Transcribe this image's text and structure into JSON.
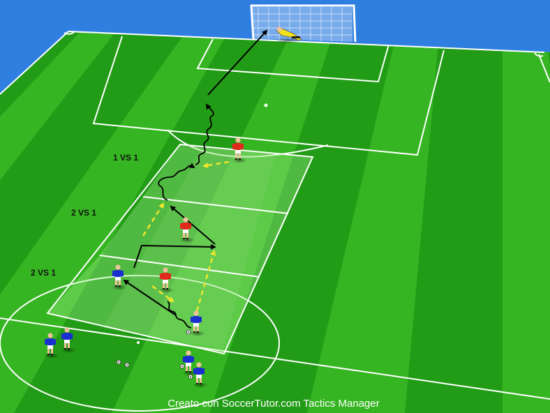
{
  "diagram": {
    "zone_labels": [
      "1 VS 1",
      "2 VS 1",
      "2 VS 1"
    ],
    "watermark": "Creato con SoccerTutor.com Tactics Manager"
  },
  "colors": {
    "sky": "#2f7fe0",
    "grass_dark": "#1f9a16",
    "grass_light": "#33b51f",
    "zone_fill": "#8fe07a",
    "lines": "#ffffff",
    "team_blue": "#1a2fd0",
    "team_red": "#e02a1c",
    "goalkeeper": "#f2e21c",
    "dribble_arrow": "#000000",
    "pass_arrow": "#f5e62a"
  },
  "legend_semantics": {
    "solid_black_arrow": "player run",
    "wavy_black_arrow": "dribble",
    "dashed_yellow_arrow": "pass"
  }
}
